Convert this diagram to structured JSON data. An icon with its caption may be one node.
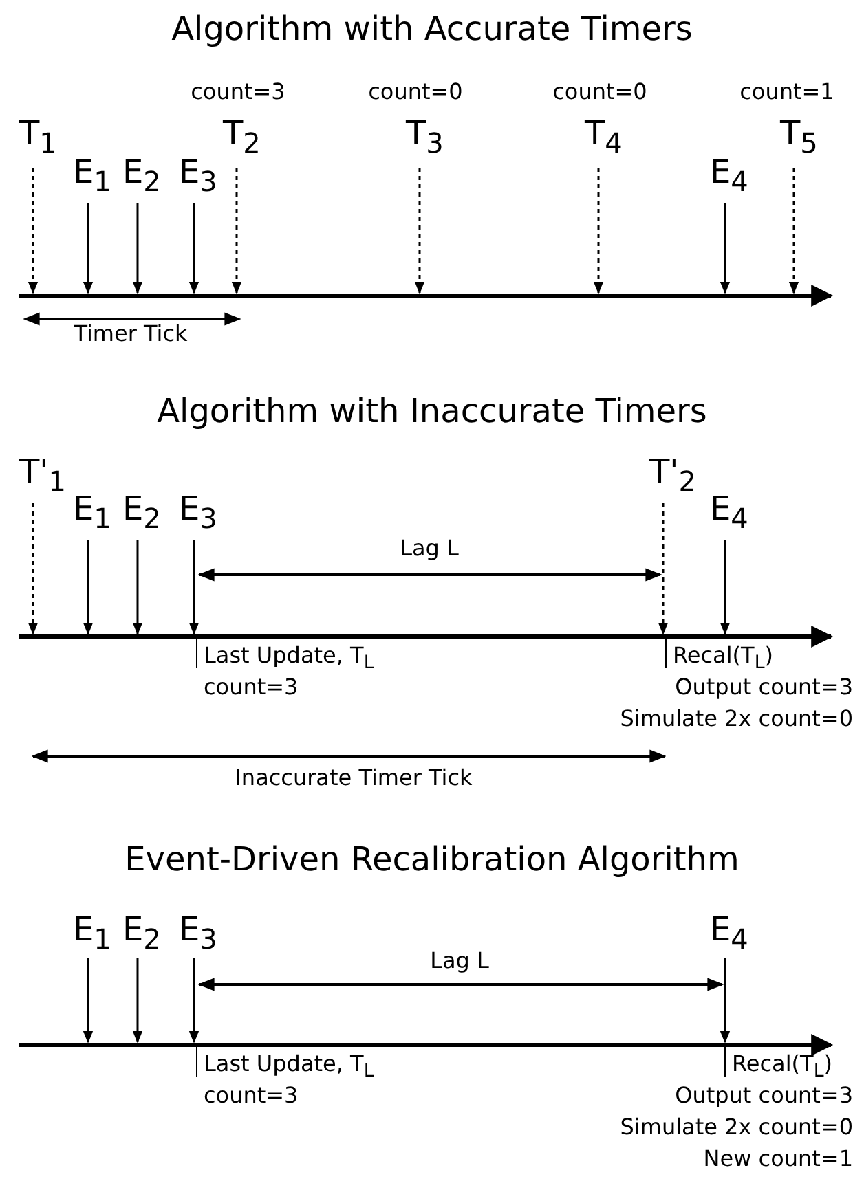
{
  "diagram": {
    "labels": [
      "Algorithm with Accurate Timers",
      "count=3",
      "count=0",
      "count=0",
      "count=1",
      "T$_{1}$",
      "T$_{2}$",
      "T$_{3}$",
      "T$_{4}$",
      "T$_{5}$",
      "E$_{1}$",
      "E$_{2}$",
      "E$_{3}$",
      "E$_{4}$",
      "Timer Tick",
      "Algorithm with Inaccurate Timers",
      "T'$_{1}$",
      "T'$_{2}$",
      "E$_{1}$",
      "E$_{2}$",
      "E$_{3}$",
      "E$_{4}$",
      "Lag L",
      "Last Update, T$_{L}$",
      "Recal(T$_{L}$)",
      "count=3",
      "Output count=3",
      "Simulate 2x count=0",
      "Inaccurate Timer Tick",
      "Event-Driven Recalibration Algorithm",
      "E$_{1}$",
      "E$_{2}$",
      "E$_{3}$",
      "E$_{4}$",
      "Lag L",
      "Last Update, T$_{L}$",
      "Recal(T$_{L}$)",
      "count=3",
      "Output count=3",
      "Simulate 2x count=0",
      "New count=1"
    ]
  }
}
